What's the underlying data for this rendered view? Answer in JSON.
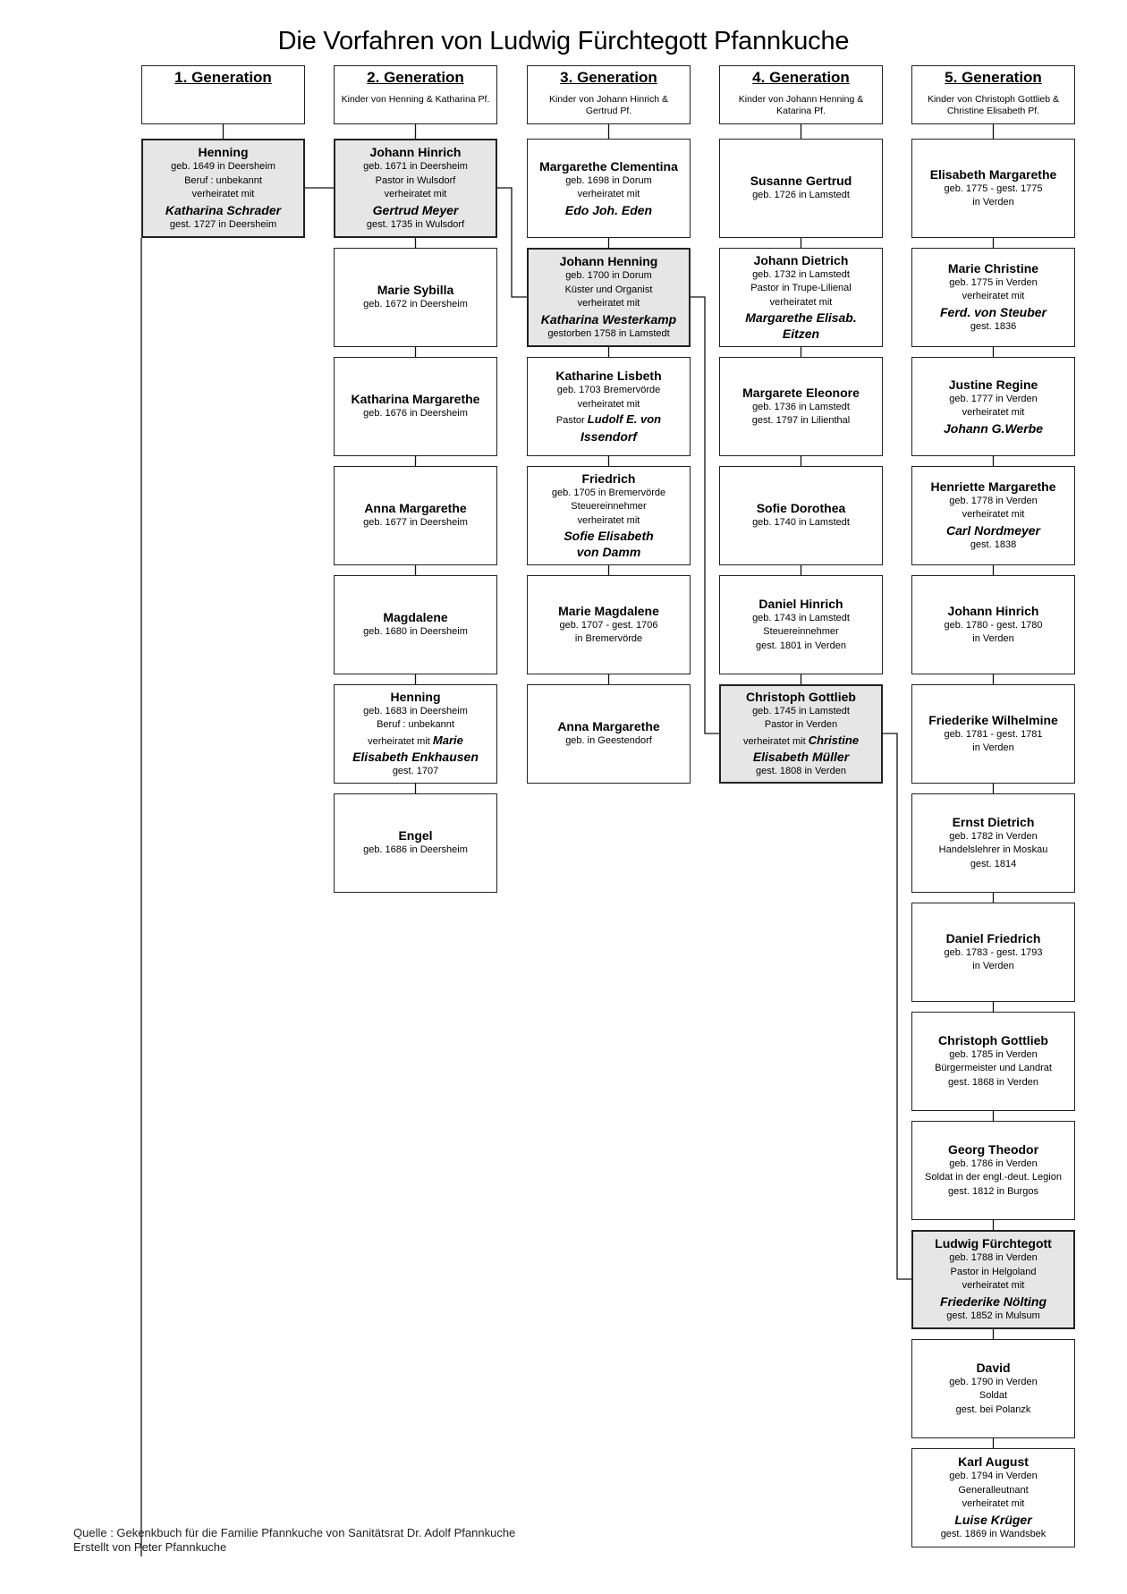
{
  "title": "Die Vorfahren von Ludwig Fürchtegott Pfannkuche",
  "columns": [
    {
      "header": "1. Generation",
      "subtitle": "",
      "entries": [
        {
          "name": "Henning",
          "highlight": true,
          "lines": [
            {
              "t": "geb. 1649 in Deersheim"
            },
            {
              "t": "Beruf : unbekannt"
            },
            {
              "t": "verheiratet mit"
            },
            {
              "t": "Katharina Schrader",
              "k": "sp"
            },
            {
              "t": "gest. 1727 in Deersheim"
            }
          ]
        }
      ]
    },
    {
      "header": "2. Generation",
      "subtitle": "Kinder von Henning & Katharina Pf.",
      "entries": [
        {
          "name": "Johann Hinrich",
          "highlight": true,
          "lines": [
            {
              "t": "geb. 1671 in Deersheim"
            },
            {
              "t": "Pastor in Wulsdorf"
            },
            {
              "t": "verheiratet mit"
            },
            {
              "t": "Gertrud Meyer",
              "k": "sp"
            },
            {
              "t": "gest. 1735 in Wulsdorf"
            }
          ]
        },
        {
          "name": "Marie Sybilla",
          "lines": [
            {
              "t": "geb. 1672 in Deersheim"
            }
          ]
        },
        {
          "name": "Katharina Margarethe",
          "lines": [
            {
              "t": "geb. 1676 in Deersheim"
            }
          ]
        },
        {
          "name": "Anna Margarethe",
          "lines": [
            {
              "t": "geb. 1677 in Deersheim"
            }
          ]
        },
        {
          "name": "Magdalene",
          "lines": [
            {
              "t": "geb. 1680 in Deersheim"
            }
          ]
        },
        {
          "name": "Henning",
          "lines": [
            {
              "t": "geb. 1683 in Deersheim"
            },
            {
              "t": "Beruf : unbekannt"
            },
            {
              "t": "verheiratet mit",
              "s": "Marie"
            },
            {
              "t": "Elisabeth Enkhausen",
              "k": "sp"
            },
            {
              "t": "gest. 1707"
            }
          ]
        },
        {
          "name": "Engel",
          "lines": [
            {
              "t": "geb. 1686 in Deersheim"
            }
          ]
        }
      ]
    },
    {
      "header": "3. Generation",
      "subtitle": "Kinder von Johann Hinrich & Gertrud Pf.",
      "entries": [
        {
          "name": "Margarethe Clementina",
          "lines": [
            {
              "t": "geb. 1698 in Dorum"
            },
            {
              "t": "verheiratet mit"
            },
            {
              "t": "Edo Joh. Eden",
              "k": "sp"
            }
          ]
        },
        {
          "name": "Johann Henning",
          "highlight": true,
          "lines": [
            {
              "t": "geb. 1700 in Dorum"
            },
            {
              "t": "Küster und Organist"
            },
            {
              "t": "verheiratet mit"
            },
            {
              "t": "Katharina Westerkamp",
              "k": "sp"
            },
            {
              "t": "gestorben 1758 in Lamstedt"
            }
          ]
        },
        {
          "name": "Katharine Lisbeth",
          "lines": [
            {
              "t": "geb. 1703 Bremervörde"
            },
            {
              "t": "verheiratet mit"
            },
            {
              "t": "Pastor",
              "s": "Ludolf E. von"
            },
            {
              "t": "Issendorf",
              "k": "sp"
            }
          ]
        },
        {
          "name": "Friedrich",
          "lines": [
            {
              "t": "geb. 1705 in Bremervörde"
            },
            {
              "t": "Steuereinnehmer"
            },
            {
              "t": "verheiratet mit"
            },
            {
              "t": "Sofie Elisabeth",
              "k": "sp"
            },
            {
              "t": "von Damm",
              "k": "sp"
            }
          ]
        },
        {
          "name": "Marie Magdalene",
          "lines": [
            {
              "t": "geb. 1707 - gest. 1706"
            },
            {
              "t": "in Bremervörde"
            }
          ]
        },
        {
          "name": "Anna Margarethe",
          "lines": [
            {
              "t": "geb. in Geestendorf"
            }
          ]
        }
      ]
    },
    {
      "header": "4. Generation",
      "subtitle": "Kinder von Johann Henning & Katarina Pf.",
      "entries": [
        {
          "name": "Susanne Gertrud",
          "lines": [
            {
              "t": "geb. 1726 in Lamstedt"
            }
          ]
        },
        {
          "name": "Johann Dietrich",
          "lines": [
            {
              "t": "geb. 1732 in Lamstedt"
            },
            {
              "t": "Pastor in Trupe-Lilienal"
            },
            {
              "t": "verheiratet mit"
            },
            {
              "t": "Margarethe Elisab.",
              "k": "sp"
            },
            {
              "t": "Eitzen",
              "k": "sp"
            }
          ]
        },
        {
          "name": "Margarete Eleonore",
          "lines": [
            {
              "t": "geb. 1736 in Lamstedt"
            },
            {
              "t": "gest. 1797 in Lilienthal"
            }
          ]
        },
        {
          "name": "Sofie Dorothea",
          "lines": [
            {
              "t": "geb. 1740 in Lamstedt"
            }
          ]
        },
        {
          "name": "Daniel Hinrich",
          "lines": [
            {
              "t": "geb. 1743 in Lamstedt"
            },
            {
              "t": "Steuereinnehmer"
            },
            {
              "t": "gest. 1801 in Verden"
            }
          ]
        },
        {
          "name": "Christoph Gottlieb",
          "highlight": true,
          "lines": [
            {
              "t": "geb. 1745 in Lamstedt"
            },
            {
              "t": "Pastor in Verden"
            },
            {
              "t": "verheiratet mit",
              "s": "Christine"
            },
            {
              "t": "Elisabeth Müller",
              "k": "sp"
            },
            {
              "t": "gest. 1808 in Verden"
            }
          ]
        }
      ]
    },
    {
      "header": "5. Generation",
      "subtitle": "Kinder von Christoph Gottlieb & Christine Elisabeth Pf.",
      "entries": [
        {
          "name": "Elisabeth Margarethe",
          "lines": [
            {
              "t": "geb. 1775 - gest. 1775"
            },
            {
              "t": "in Verden"
            }
          ]
        },
        {
          "name": "Marie Christine",
          "lines": [
            {
              "t": "geb. 1775 in Verden"
            },
            {
              "t": "verheiratet mit"
            },
            {
              "t": "Ferd. von Steuber",
              "k": "sp"
            },
            {
              "t": "gest. 1836"
            }
          ]
        },
        {
          "name": "Justine Regine",
          "lines": [
            {
              "t": "geb. 1777 in Verden"
            },
            {
              "t": "verheiratet mit"
            },
            {
              "t": "Johann G.Werbe",
              "k": "sp"
            }
          ]
        },
        {
          "name": "Henriette Margarethe",
          "lines": [
            {
              "t": "geb. 1778 in Verden"
            },
            {
              "t": "verheiratet mit"
            },
            {
              "t": "Carl Nordmeyer",
              "k": "sp"
            },
            {
              "t": "gest. 1838"
            }
          ]
        },
        {
          "name": "Johann Hinrich",
          "lines": [
            {
              "t": "geb. 1780 - gest. 1780"
            },
            {
              "t": "in Verden"
            }
          ]
        },
        {
          "name": "Friederike Wilhelmine",
          "lines": [
            {
              "t": "geb. 1781 - gest. 1781"
            },
            {
              "t": "in Verden"
            }
          ]
        },
        {
          "name": "Ernst Dietrich",
          "lines": [
            {
              "t": "geb. 1782 in Verden"
            },
            {
              "t": "Handelslehrer in Moskau"
            },
            {
              "t": "gest. 1814"
            }
          ]
        },
        {
          "name": "Daniel Friedrich",
          "lines": [
            {
              "t": "geb. 1783 - gest. 1793"
            },
            {
              "t": "in Verden"
            }
          ]
        },
        {
          "name": "Christoph Gottlieb",
          "lines": [
            {
              "t": "geb. 1785 in Verden"
            },
            {
              "t": "Bürgermeister und Landrat"
            },
            {
              "t": "gest. 1868 in Verden"
            }
          ]
        },
        {
          "name": "Georg Theodor",
          "lines": [
            {
              "t": "geb. 1786 in Verden"
            },
            {
              "t": "Soldat in der engl.-deut. Legion"
            },
            {
              "t": "gest. 1812 in Burgos"
            }
          ]
        },
        {
          "name": "Ludwig Fürchtegott",
          "highlight": true,
          "lines": [
            {
              "t": "geb. 1788 in Verden"
            },
            {
              "t": "Pastor in Helgoland"
            },
            {
              "t": "verheiratet mit"
            },
            {
              "t": "Friederike Nölting",
              "k": "sp"
            },
            {
              "t": "gest. 1852 in Mulsum"
            }
          ]
        },
        {
          "name": "David",
          "lines": [
            {
              "t": "geb. 1790 in Verden"
            },
            {
              "t": "Soldat"
            },
            {
              "t": "gest. bei Polanzk"
            }
          ]
        },
        {
          "name": "Karl August",
          "lines": [
            {
              "t": "geb. 1794 in Verden"
            },
            {
              "t": "Generalleutnant"
            },
            {
              "t": "verheiratet mit"
            },
            {
              "t": "Luise Krüger",
              "k": "sp"
            },
            {
              "t": "gest. 1869 in Wandsbek"
            }
          ]
        }
      ]
    }
  ],
  "footer": {
    "source": "Quelle : Gekenkbuch für die Familie Pfannkuche von Sanitätsrat Dr. Adolf Pfannkuche",
    "author": "Erstellt von Peter Pfannkuche"
  }
}
